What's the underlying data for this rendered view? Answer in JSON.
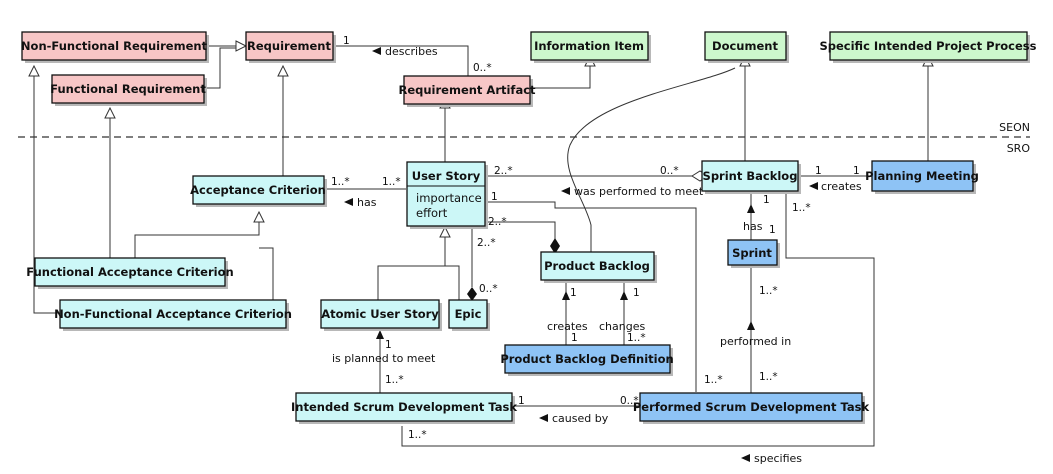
{
  "colors": {
    "seon_requirement": "#f7c6c6",
    "seon_information": "#cdf7cd",
    "sro_concept": "#ccf7f7",
    "sro_event": "#8ec3f5",
    "shadow": "#b8b8b8"
  },
  "layers": {
    "top": "SEON",
    "bottom": "SRO"
  },
  "classes": {
    "non_functional_requirement": "Non-Functional Requirement",
    "functional_requirement": "Functional Requirement",
    "requirement": "Requirement",
    "information_item": "Information Item",
    "requirement_artifact": "Requirement Artifact",
    "document": "Document",
    "specific_intended_project_process": "Specific Intended Project Process",
    "acceptance_criterion": "Acceptance Criterion",
    "user_story": "User Story",
    "user_story_attributes": [
      "importance",
      "effort"
    ],
    "sprint_backlog": "Sprint Backlog",
    "planning_meeting": "Planning Meeting",
    "functional_acceptance_criterion": "Functional Acceptance Criterion",
    "non_functional_acceptance_criterion": "Non-Functional Acceptance Criterion",
    "atomic_user_story": "Atomic User Story",
    "epic": "Epic",
    "product_backlog": "Product Backlog",
    "sprint": "Sprint",
    "product_backlog_definition": "Product Backlog Definition",
    "intended_scrum_development_task": "Intended Scrum Development Task",
    "performed_scrum_development_task": "Performed Scrum Development Task"
  },
  "association_labels": {
    "describes": "describes",
    "has_criterion": "has",
    "was_performed_to_meet": "was performed to meet",
    "creates_sprint_backlog": "creates",
    "has_sprint": "has",
    "creates_product_backlog": "creates",
    "changes": "changes",
    "performed_in": "performed in",
    "is_planned_to_meet": "is planned to meet",
    "caused_by": "caused by",
    "specifies": "specifies"
  },
  "multiplicities": {
    "describes_requirement": "1",
    "describes_artifact": "0..*",
    "has_acceptance": "1..*",
    "has_user_story": "1..*",
    "user_story_to_backlog": "2..*",
    "sprint_backlog_from_story": "0..*",
    "story_performed": "1",
    "story_to_product_backlog": "2..*",
    "story_to_epic": "2..*",
    "epic_from_story": "0..*",
    "planning_meeting_left": "1",
    "planning_meeting_right": "1",
    "sprint_backlog_has": "1",
    "sprint_has": "1",
    "sprint_backlog_specifies": "1..*",
    "product_backlog_creates": "1",
    "product_backlog_changes": "1",
    "pbd_creates": "1",
    "pbd_changes": "1..*",
    "sprint_performed_in": "1..*",
    "perf_task_performed_in": "1..*",
    "atomic_planned": "1",
    "intended_planned": "1..*",
    "intended_caused": "1",
    "perf_caused": "0..*",
    "perf_task_meet": "1..*",
    "intended_specifies": "1..*"
  }
}
